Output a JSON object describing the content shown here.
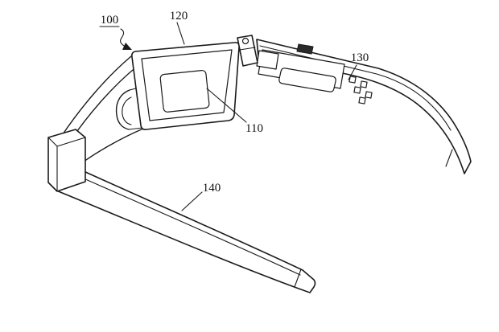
{
  "diagram": {
    "type": "patent-line-drawing",
    "subject": "head-mounted display glasses",
    "background_color": "#ffffff",
    "line_color": "#1a1a1a",
    "labels": {
      "assembly": "100",
      "display": "110",
      "front_frame": "120",
      "right_temple": "130",
      "left_temple": "140"
    }
  }
}
